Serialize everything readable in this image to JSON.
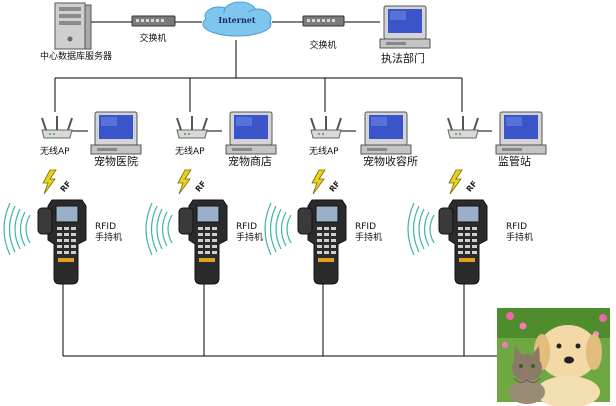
{
  "top": {
    "server_label": "中心数据库服务器",
    "switch_left_label": "交换机",
    "internet_label": "Internet",
    "switch_right_label": "交换机",
    "law_label": "执法部门"
  },
  "branches": [
    {
      "ap_label": "无线AP",
      "station_label": "宠物医院",
      "rf_label": "RF",
      "rfid_label_1": "RFID",
      "rfid_label_2": "手持机"
    },
    {
      "ap_label": "无线AP",
      "station_label": "宠物商店",
      "rf_label": "RF",
      "rfid_label_1": "RFID",
      "rfid_label_2": "手持机"
    },
    {
      "ap_label": "无线AP",
      "station_label": "宠物收容所",
      "rf_label": "RF",
      "rfid_label_1": "RFID",
      "rfid_label_2": "手持机"
    },
    {
      "ap_label": "",
      "station_label": "监管站",
      "rf_label": "RF",
      "rfid_label_1": "RFID",
      "rfid_label_2": "手持机"
    }
  ],
  "colors": {
    "cloud": "#7fc6ef",
    "screen": "#3a55c9",
    "device_gray": "#c9c9c9",
    "scanner_dark": "#2b2b2b",
    "bolt": "#e8d21f",
    "wave": "#3db4a8"
  }
}
